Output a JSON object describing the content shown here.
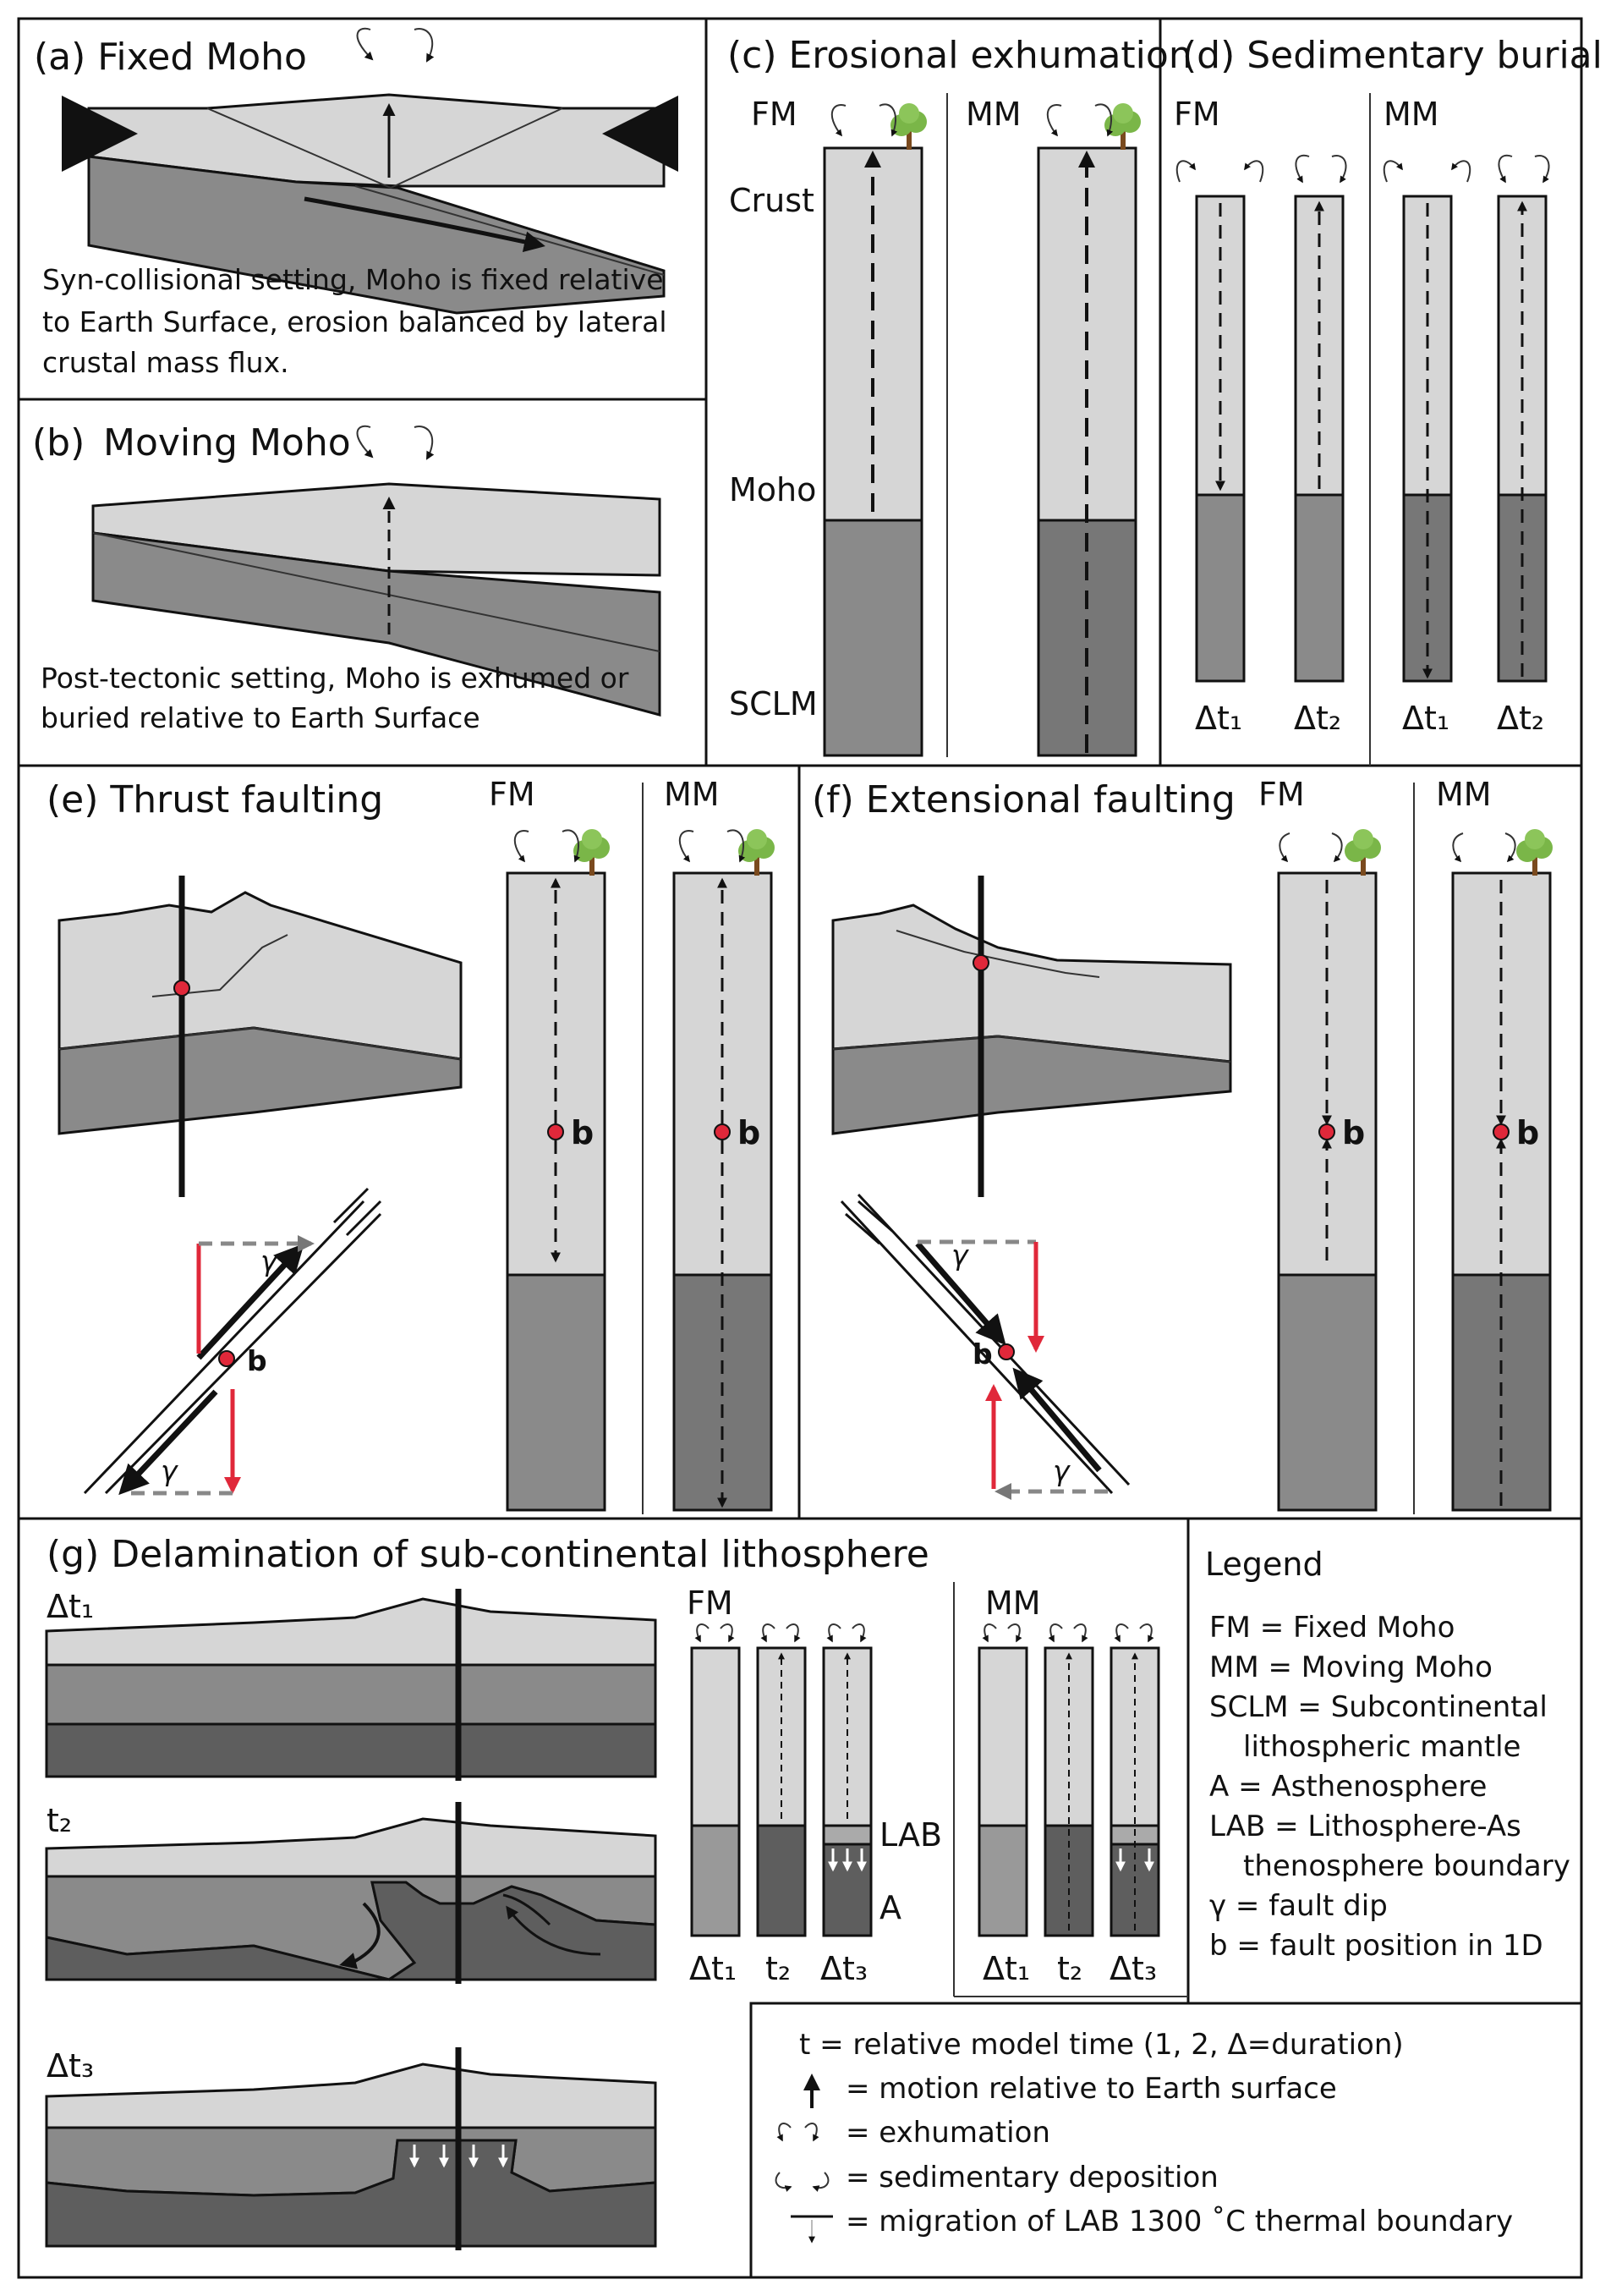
{
  "panels": {
    "a": {
      "title": "(a) Fixed Moho",
      "caption": [
        "Syn-collisional setting, Moho is fixed relative",
        "to Earth Surface, erosion balanced by lateral",
        "crustal mass flux."
      ]
    },
    "b": {
      "label": "(b)",
      "title": "Moving Moho",
      "caption": [
        "Post-tectonic setting, Moho is exhumed or",
        "buried relative to Earth Surface"
      ]
    },
    "c": {
      "title": "(c) Erosional exhumation",
      "fm": "FM",
      "mm": "MM",
      "crust": "Crust",
      "moho": "Moho",
      "sclm": "SCLM"
    },
    "d": {
      "title": "(d) Sedimentary burial",
      "fm": "FM",
      "mm": "MM",
      "dt1": "Δt₁",
      "dt2": "Δt₂"
    },
    "e": {
      "title": "(e) Thrust faulting",
      "fm": "FM",
      "mm": "MM",
      "b": "b",
      "gamma": "γ"
    },
    "f": {
      "title": "(f) Extensional faulting",
      "fm": "FM",
      "mm": "MM",
      "b": "b",
      "gamma": "γ"
    },
    "g": {
      "title": "(g) Delamination of sub-continental lithosphere",
      "dt1": "Δt₁",
      "t2": "t₂",
      "dt3": "Δt₃",
      "fm": "FM",
      "mm": "MM",
      "lab": "LAB",
      "a": "A"
    }
  },
  "legend": {
    "title": "Legend",
    "items": [
      "FM = Fixed Moho",
      "MM = Moving Moho",
      "SCLM = Subcontinental",
      "lithospheric mantle",
      "A = Asthenosphere",
      "LAB = Lithosphere-As",
      "thenosphere boundary",
      "γ = fault dip",
      "b = fault position in 1D"
    ]
  },
  "key": {
    "items": [
      "t    = relative model time (1, 2, Δ=duration)",
      "= motion relative to Earth surface",
      "= exhumation",
      "= sedimentary deposition",
      "= migration of LAB 1300 ˚C thermal boundary"
    ]
  },
  "colors": {
    "crust": "#d6d6d6",
    "sclm": "#8a8a8a",
    "asthenosphere": "#5e5e5e",
    "fault_point": "#e0283a",
    "slip_vector": "#e0283a",
    "tree_leaves": "#7ab648",
    "tree_trunk": "#7a4a1e"
  }
}
